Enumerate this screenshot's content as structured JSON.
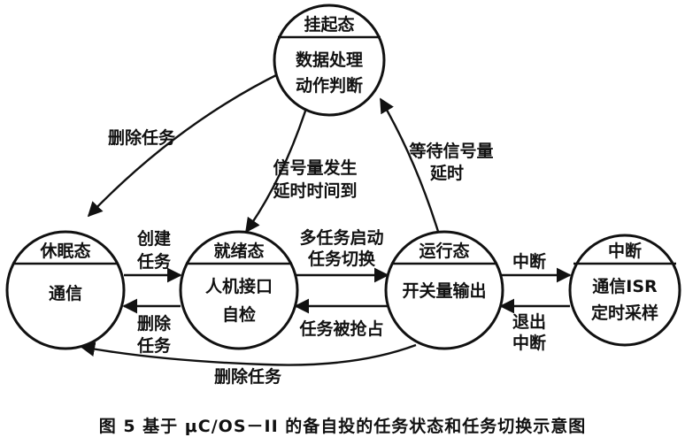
{
  "states": {
    "suspend": {
      "title": "挂起态",
      "line1": "数据处理",
      "line2": "动作判断"
    },
    "dormant": {
      "title": "休眠态",
      "line1": "通信"
    },
    "ready": {
      "title": "就绪态",
      "line1": "人机接口",
      "line2": "自检"
    },
    "running": {
      "title": "运行态",
      "line1": "开关量输出"
    },
    "interrupt": {
      "title": "中断",
      "line1": "通信ISR",
      "line2": "定时采样"
    }
  },
  "edges": {
    "delete_from_suspend": "删除任务",
    "signal_occur": [
      "信号量发生",
      "延时时间到"
    ],
    "wait_signal": [
      "等待信号量",
      "延时"
    ],
    "create_task": [
      "创建",
      "任务"
    ],
    "delete_ready": [
      "删除",
      "任务"
    ],
    "multitask_start": [
      "多任务启动",
      "任务切换"
    ],
    "preempted": "任务被抢占",
    "interrupt": "中断",
    "exit_interrupt": [
      "退出",
      "中断"
    ],
    "delete_from_running": "删除任务"
  },
  "caption": "图 5   基于 μC/OS－II 的备自投的任务状态和任务切换示意图"
}
